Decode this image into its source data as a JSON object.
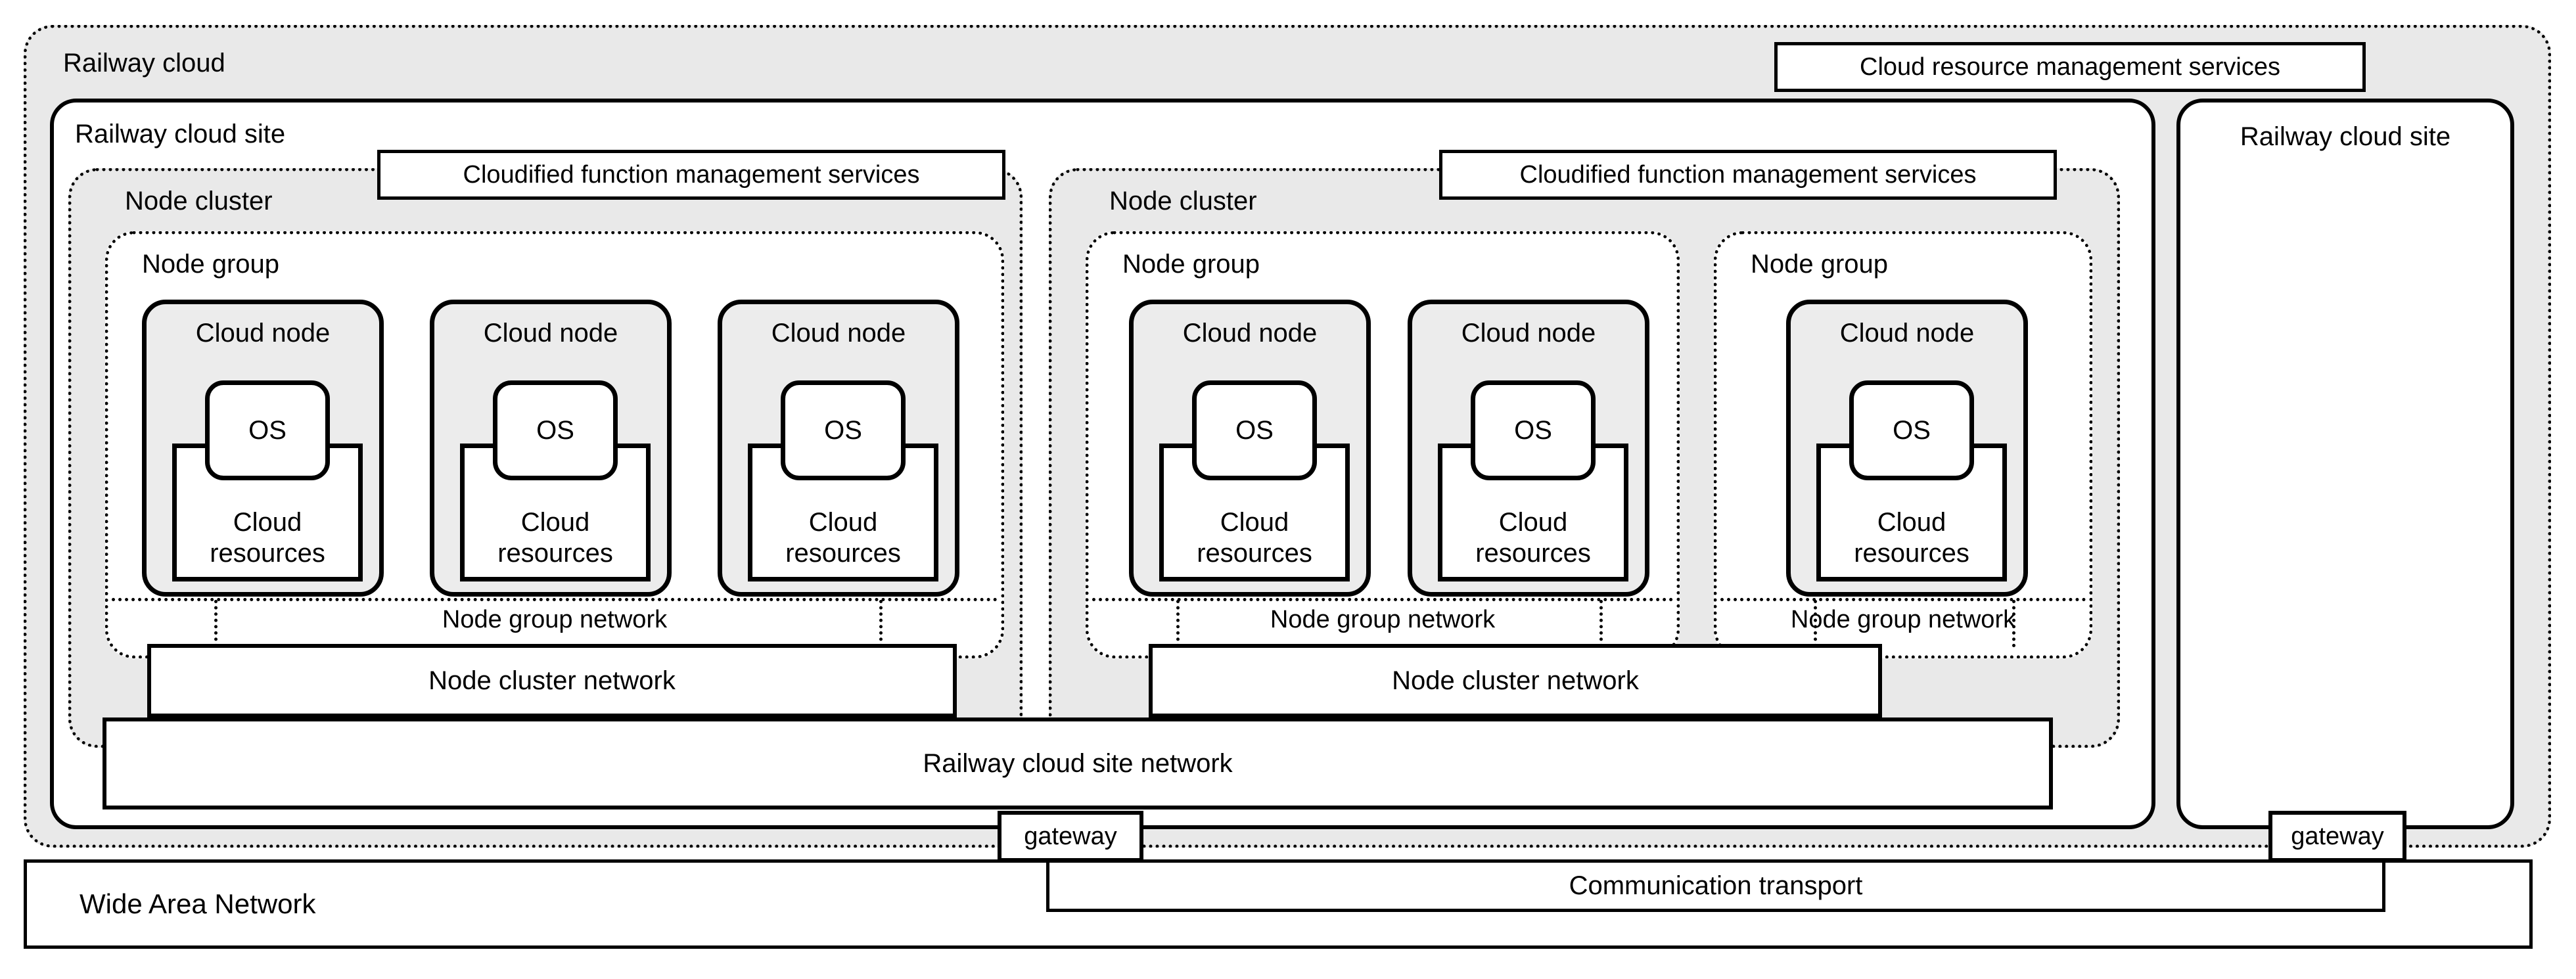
{
  "diagram": {
    "title": "Railway cloud",
    "management_services": {
      "cloud_resource": "Cloud resource management services",
      "cloudified_function": "Cloudified function management services"
    },
    "site_label": "Railway cloud site",
    "cluster_label": "Node cluster",
    "group_label": "Node group",
    "node": {
      "label": "Cloud node",
      "os": "OS",
      "resources": "Cloud resources"
    },
    "networks": {
      "group": "Node group network",
      "cluster": "Node cluster network",
      "site": "Railway cloud site network"
    },
    "gateway": "gateway",
    "wan": "Wide Area Network",
    "transport": "Communication transport"
  },
  "structure": {
    "clusters": 2,
    "node_groups": 3,
    "cloud_nodes_per_group": [
      3,
      2,
      1
    ]
  },
  "colors": {
    "container_fill": "#e9e9e9",
    "cloud_node_fill": "#ececec",
    "box_fill": "#ffffff",
    "line": "#000000"
  }
}
